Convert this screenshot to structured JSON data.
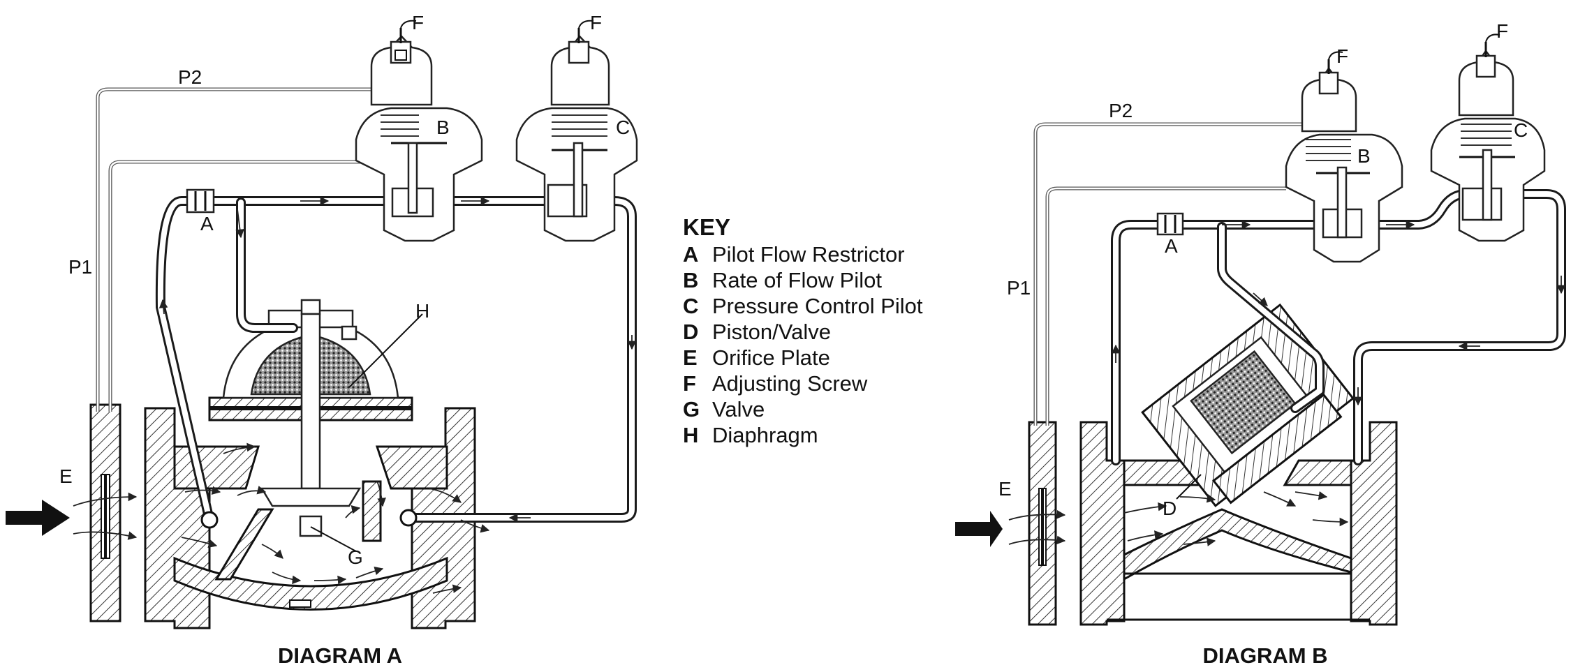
{
  "diagrams": [
    {
      "title": "DIAGRAM A",
      "labels": {
        "restrictor": "A",
        "rate_pilot": "B",
        "pressure_pilot": "C",
        "adjust_left": "F",
        "adjust_right": "F",
        "valve": "G",
        "diaphragm": "H",
        "orifice": "E",
        "sense_upstream": "P1",
        "sense_downstream": "P2"
      }
    },
    {
      "title": "DIAGRAM B",
      "labels": {
        "restrictor": "A",
        "rate_pilot": "B",
        "pressure_pilot": "C",
        "adjust_left": "F",
        "adjust_right": "F",
        "piston": "D",
        "orifice": "E",
        "sense_upstream": "P1",
        "sense_downstream": "P2"
      }
    }
  ],
  "key": {
    "heading": "KEY",
    "items": [
      {
        "letter": "A",
        "text": "Pilot Flow Restrictor"
      },
      {
        "letter": "B",
        "text": "Rate of Flow Pilot"
      },
      {
        "letter": "C",
        "text": "Pressure Control Pilot"
      },
      {
        "letter": "D",
        "text": "Piston/Valve"
      },
      {
        "letter": "E",
        "text": "Orifice Plate"
      },
      {
        "letter": "F",
        "text": "Adjusting Screw"
      },
      {
        "letter": "G",
        "text": "Valve"
      },
      {
        "letter": "H",
        "text": "Diaphragm"
      }
    ]
  }
}
